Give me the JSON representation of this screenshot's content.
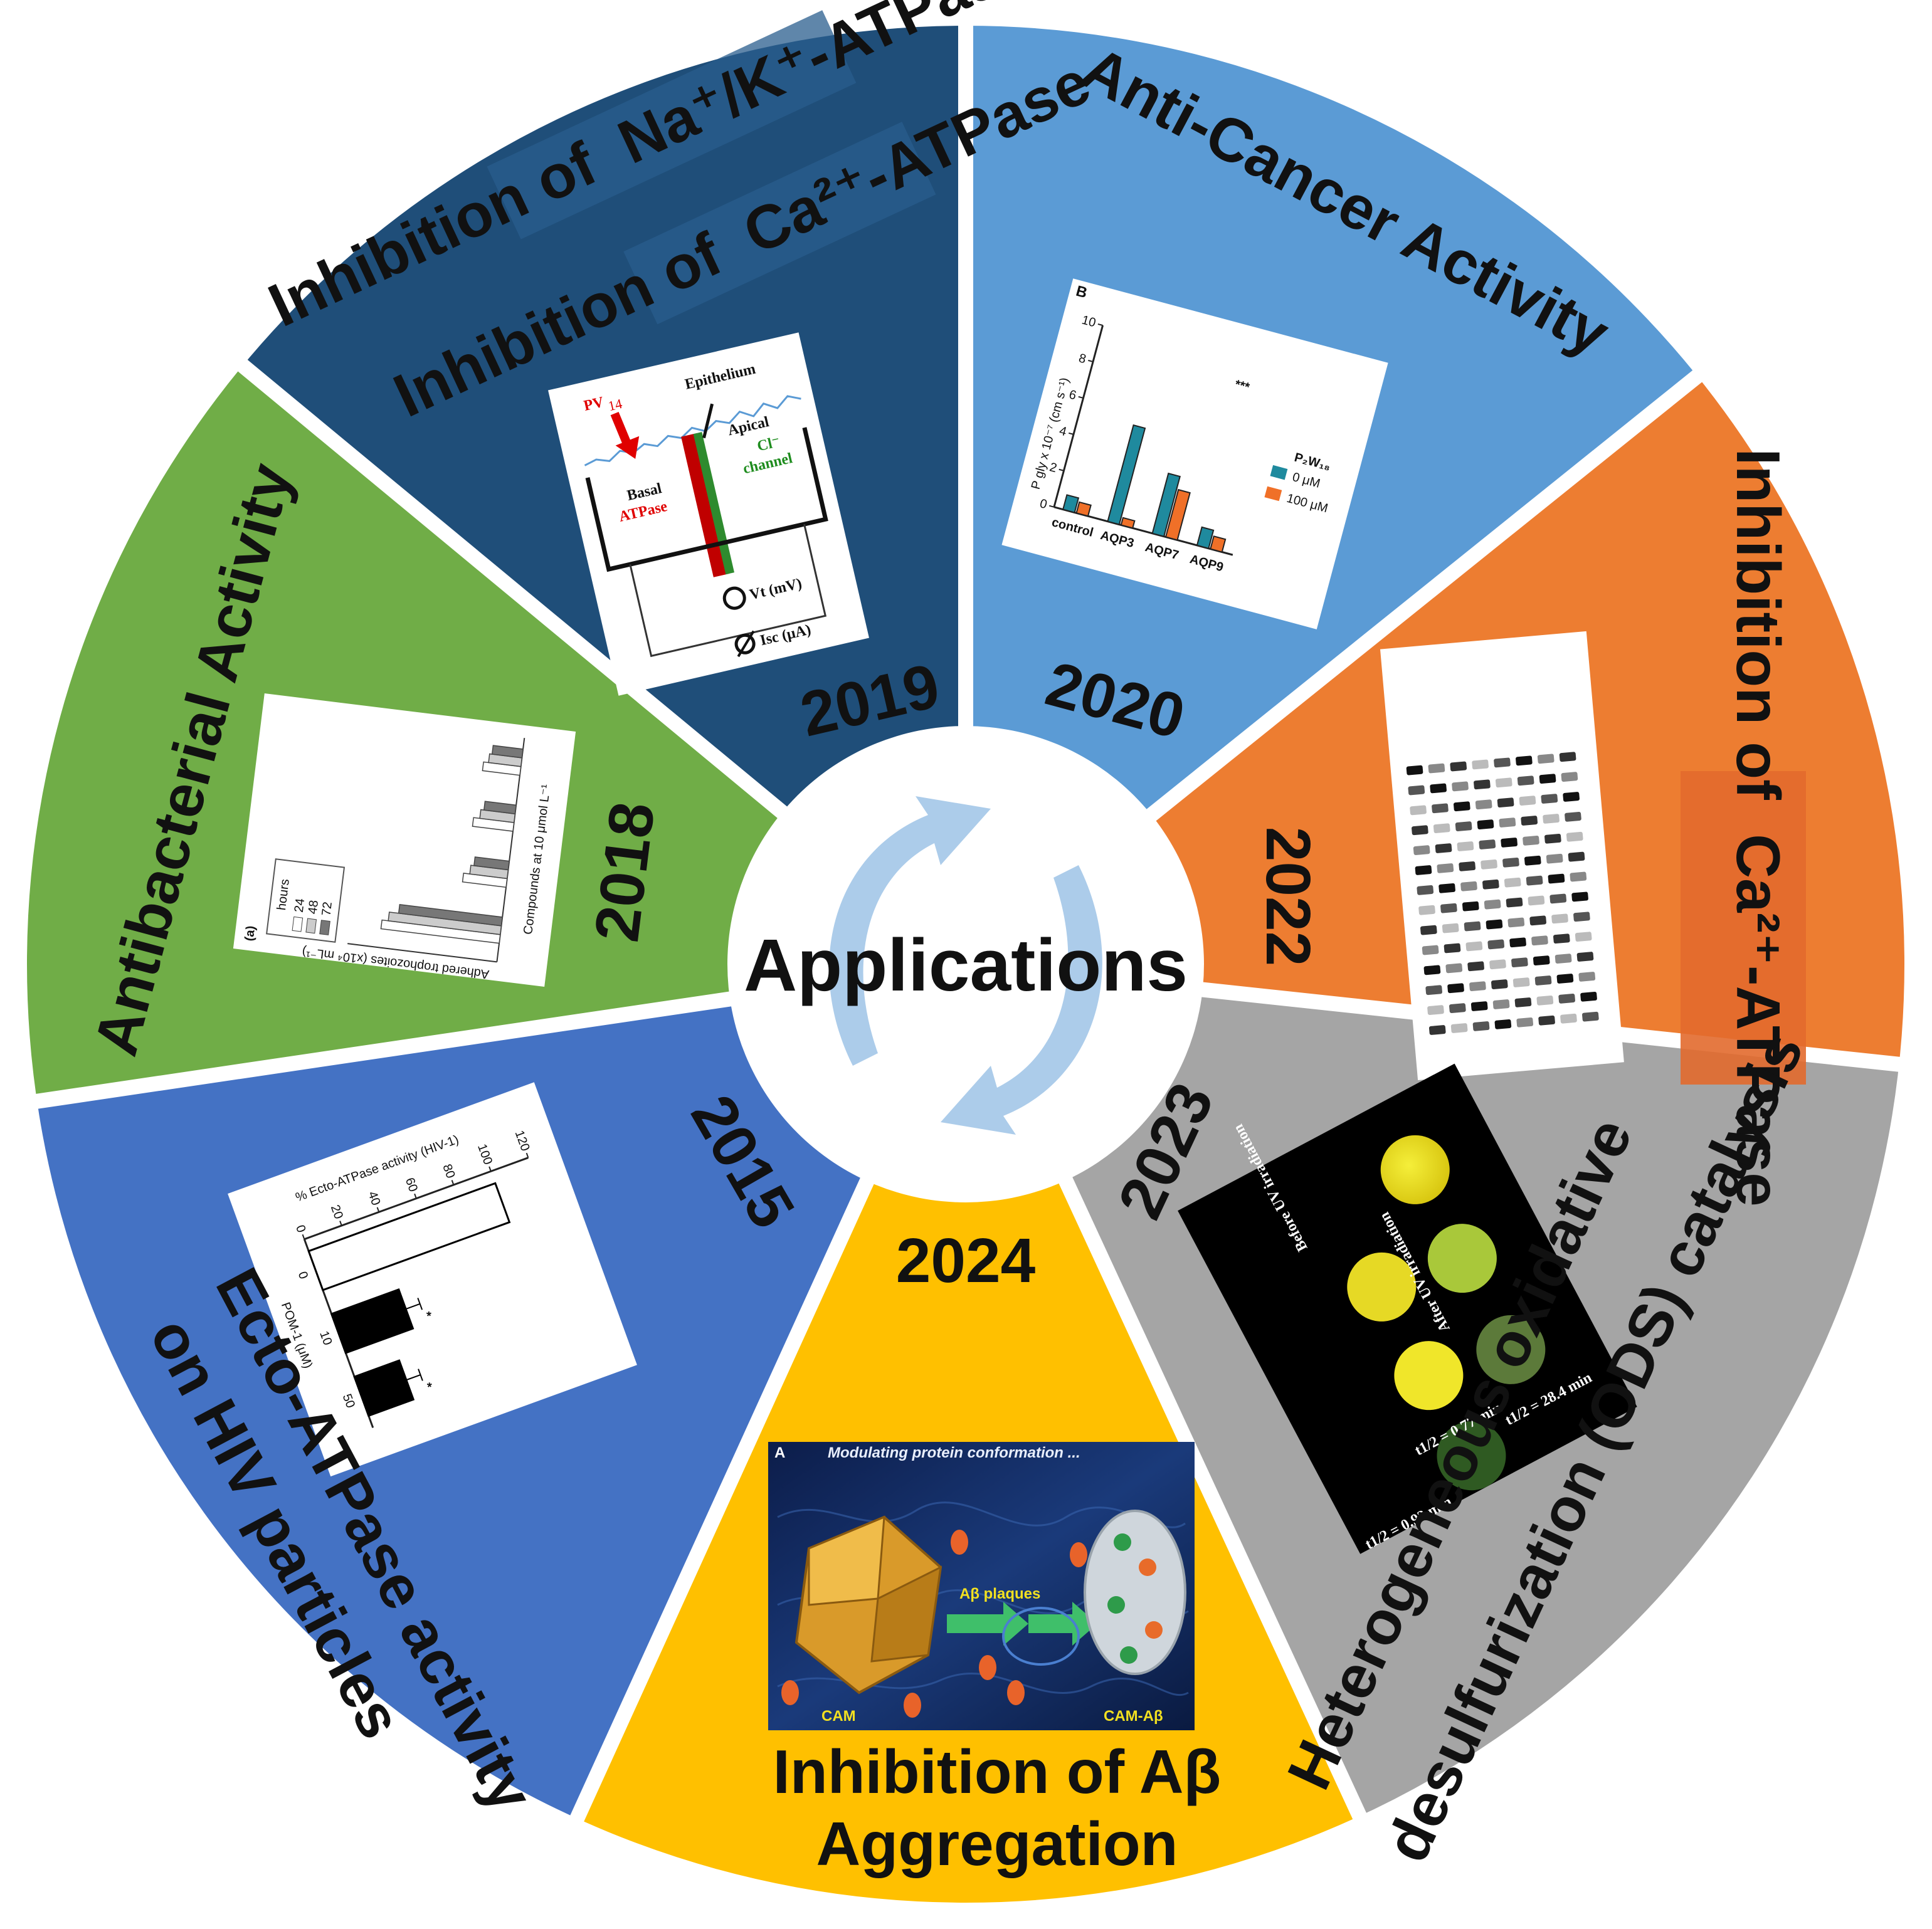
{
  "center": {
    "title": "Applications"
  },
  "colors": {
    "background": "#ffffff",
    "wedge_2019": "#1f4e79",
    "wedge_2020": "#5b9bd5",
    "wedge_2022": "#ed7d31",
    "wedge_2023": "#a5a5a5",
    "wedge_2024": "#ffc000",
    "wedge_2015": "#4472c4",
    "wedge_2018": "#70ad47",
    "cycle_arrow": "#9dc3e6"
  },
  "wedges": [
    {
      "id": "2019",
      "year": "2019",
      "lines": [
        "Inhibition of  Na⁺/K⁺-ATPase",
        "Inhibition of  Ca²⁺-ATPase"
      ],
      "panel": {
        "pv": "PV",
        "pv_sub": "14",
        "epithelium": "Epithelium",
        "apical": "Apical",
        "cl": "Cl⁻",
        "channel": "channel",
        "basal": "Basal",
        "atpase": "ATPase",
        "vt": "Vt (mV)",
        "isc": "Isc (μA)"
      }
    },
    {
      "id": "2020",
      "year": "2020",
      "lines": [
        "Anti-Cancer Activity"
      ],
      "panel": {
        "letter": "B",
        "ylabel": "P gly x 10⁻⁷ (cm s⁻¹)",
        "legend_title": "P₂W₁₈",
        "stars": "***"
      }
    },
    {
      "id": "2022",
      "year": "2022",
      "lines": [
        "Inhibition of  Ca²⁺-ATPase"
      ]
    },
    {
      "id": "2023",
      "year": "2023",
      "lines": [
        "Heterogeneous oxidative",
        "desulfurization (ODS) catalysis"
      ],
      "panel": {
        "before": "Before UV irradiation",
        "after": "After UV irradiation",
        "t1": "t1/2 = 0.92 min",
        "t2": "t1/2 = 0.77 min",
        "t3": "t1/2 = 28.4 min"
      }
    },
    {
      "id": "2024",
      "year": "2024",
      "lines": [
        "Inhibition of Aβ",
        "Aggregation"
      ],
      "panel": {
        "letter": "A",
        "caption": "Modulating protein conformation ...",
        "plaques": "Aβ plaques",
        "left": "CAM",
        "right": "CAM-Aβ"
      }
    },
    {
      "id": "2015",
      "year": "2015",
      "lines": [
        "Ecto-ATPase activity",
        "on HIV particles"
      ],
      "panel": {
        "ylabel": "% Ecto-ATPase activity (HIV-1)",
        "xlabel": "POM-1 (μM)",
        "star": "*"
      }
    },
    {
      "id": "2018",
      "year": "2018",
      "lines": [
        "Antibacterial Activity"
      ],
      "panel": {
        "letter": "(a)",
        "ylabel": "Adhered trophozoites (x10⁴ mL⁻¹)",
        "xlabel": "Compounds at 10 μmol L⁻¹",
        "legend_title": "hours",
        "legend": [
          "24",
          "48",
          "72"
        ]
      }
    }
  ],
  "chart_data": [
    {
      "type": "bar",
      "title": "",
      "xlabel": "",
      "ylabel": "P gly x 10⁻⁷ (cm s⁻¹)",
      "categories": [
        "control",
        "AQP3",
        "AQP7",
        "AQP9"
      ],
      "ylim": [
        0,
        10
      ],
      "yticks": [
        "0",
        "2",
        "4",
        "6",
        "8",
        "10"
      ],
      "series": [
        {
          "name": "0 μM",
          "values": [
            0.8,
            5.3,
            3.3,
            1.0
          ]
        },
        {
          "name": "100 μM",
          "values": [
            0.6,
            0.4,
            2.6,
            0.7
          ]
        }
      ]
    },
    {
      "type": "bar",
      "title": "",
      "xlabel": "POM-1 (μM)",
      "ylabel": "% Ecto-ATPase activity (HIV-1)",
      "categories": [
        "0",
        "10",
        "50"
      ],
      "ylim": [
        0,
        120
      ],
      "yticks": [
        "0",
        "20",
        "40",
        "60",
        "80",
        "100",
        "120"
      ],
      "values": [
        100,
        36,
        24
      ]
    }
  ]
}
